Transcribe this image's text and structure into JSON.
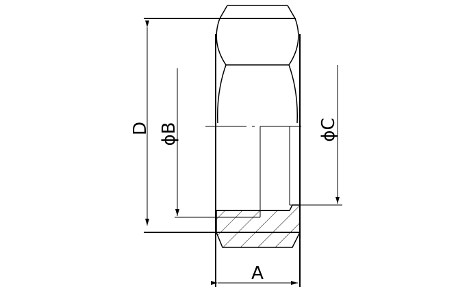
{
  "drawing": {
    "line_color": "#000000",
    "background": "#ffffff",
    "dimensions": [
      {
        "id": "D",
        "label": "D"
      },
      {
        "id": "B",
        "label": "ϕB"
      },
      {
        "id": "C",
        "label": "ϕC"
      },
      {
        "id": "A",
        "label": "A"
      }
    ]
  }
}
